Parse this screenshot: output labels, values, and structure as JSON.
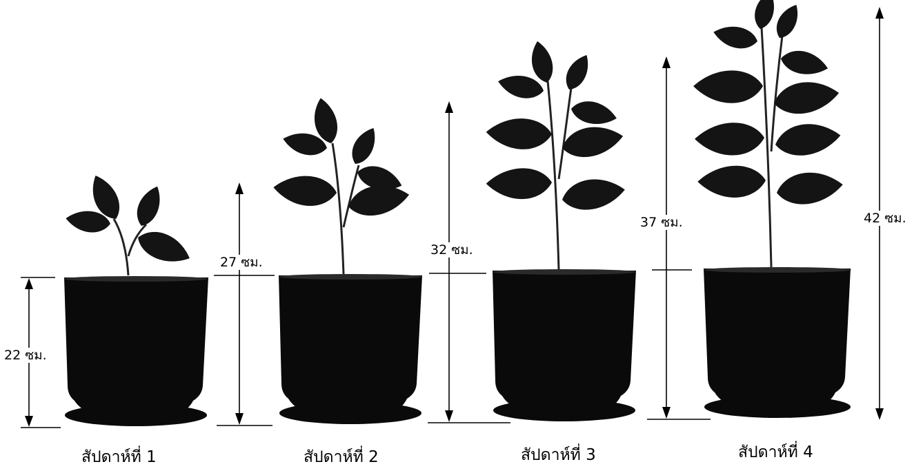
{
  "diagram": {
    "measurements": {
      "pot_height": "22 ซม.",
      "week1_height": "27 ซม.",
      "week2_height": "32 ซม.",
      "week3_height": "37 ซม.",
      "week4_height": "42 ซม."
    },
    "captions": [
      "สัปดาห์ที่ 1",
      "สัปดาห์ที่ 2",
      "สัปดาห์ที่ 3",
      "สัปดาห์ที่ 4"
    ],
    "colors": {
      "ink": "#000000",
      "pot": "#0a0a0a",
      "leaf": "#141414",
      "background": "#ffffff"
    }
  }
}
